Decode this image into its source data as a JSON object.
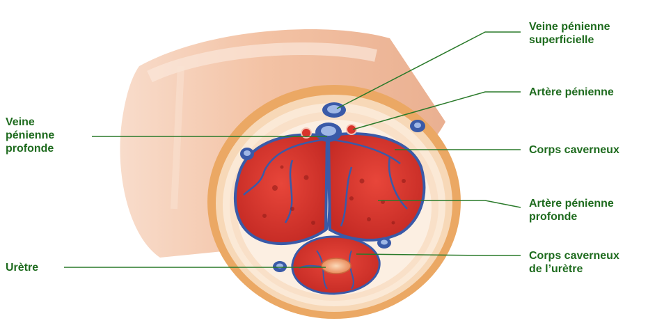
{
  "labels": {
    "superficial_vein": "Veine pénienne\nsuperficielle",
    "penile_artery": "Artère pénienne",
    "deep_vein": "Veine\npénienne\nprofonde",
    "corpus_cavernosum": "Corps caverneux",
    "deep_artery": "Artère pénienne\nprofonde",
    "corpus_spongiosum": "Corps caverneux\nde l’urètre",
    "urethra": "Urètre"
  },
  "colors": {
    "label_green": "#1e6b1e",
    "leader_green": "#2a7a2a",
    "skin": "#f3c4a6",
    "tissue_red": "#d9332b",
    "vein_blue": "#3a5aa8",
    "sheath_orange": "#e9a35c"
  }
}
